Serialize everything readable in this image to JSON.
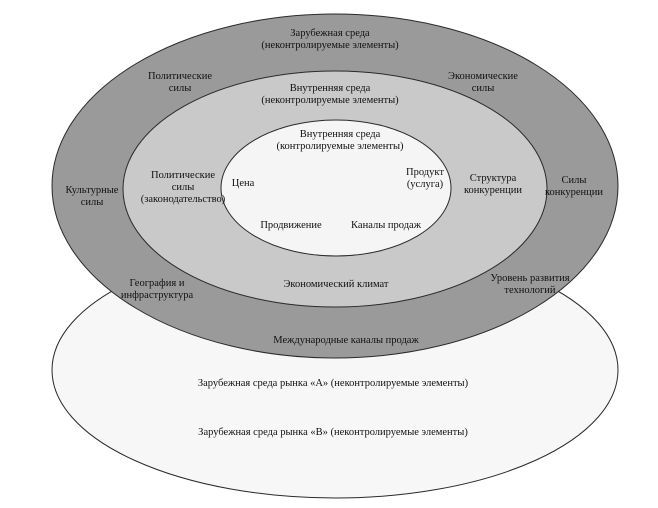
{
  "colors": {
    "bottom_ellipse_fill": "#f7f7f7",
    "outer_ring_fill": "#9a9a9a",
    "middle_ring_fill": "#c9c9c9",
    "inner_core_fill": "#f5f5f5",
    "stroke": "#2a2a2a"
  },
  "outer": {
    "title": "Зарубежная среда",
    "subtitle": "(неконтролируемые элементы)",
    "political": [
      "Политические",
      "силы"
    ],
    "economic": [
      "Экономические",
      "силы"
    ],
    "cultural": [
      "Культурные",
      "силы"
    ],
    "competition": [
      "Силы",
      "конкуренции"
    ],
    "geography": [
      "География и",
      "инфраструктура"
    ],
    "tech": [
      "Уровень развития",
      "технологий"
    ],
    "intl_channels": "Международные каналы продаж"
  },
  "middle": {
    "title": "Внутренняя среда",
    "subtitle": "(неконтролируемые элементы)",
    "political": [
      "Политические",
      "силы",
      "(законодательство)"
    ],
    "structure": [
      "Структура",
      "конкуренции"
    ],
    "climate": "Экономический климат"
  },
  "inner": {
    "title": "Внутренняя среда",
    "subtitle": "(контролируемые элементы)",
    "price": "Цена",
    "product": [
      "Продукт",
      "(услуга)"
    ],
    "promotion": "Продвижение",
    "channels": "Каналы продаж"
  },
  "bottom": {
    "market_a": "Зарубежная среда рынка «А» (неконтролируемые элементы)",
    "market_b": "Зарубежная среда рынка «В» (неконтролируемые элементы)"
  }
}
